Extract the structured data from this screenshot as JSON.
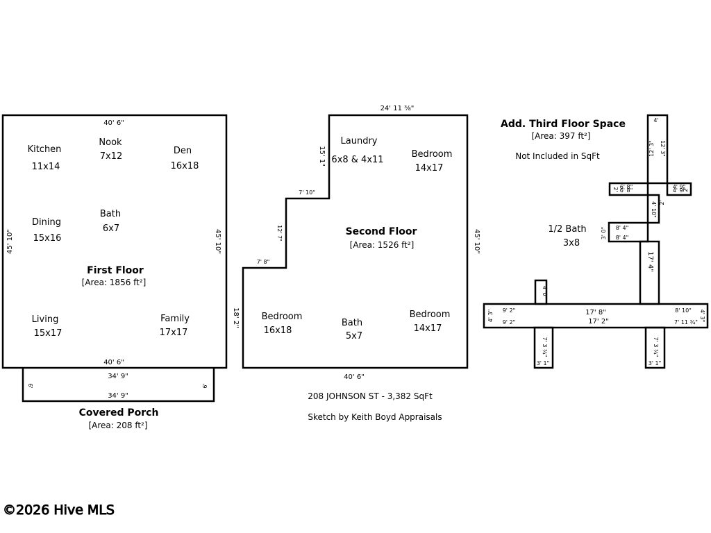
{
  "first_floor": {
    "title": "First Floor",
    "area": "[Area: 1856 ft²]",
    "dim_top": "40' 6\"",
    "dim_bottom": "40' 6\"",
    "dim_left": "45' 10\"",
    "dim_right": "45' 10\"",
    "rooms": [
      {
        "name": "Kitchen",
        "size": "11x14"
      },
      {
        "name": "Nook",
        "size": "7x12"
      },
      {
        "name": "Den",
        "size": "16x18"
      },
      {
        "name": "Dining",
        "size": "15x16"
      },
      {
        "name": "Bath",
        "size": "6x7"
      },
      {
        "name": "Living",
        "size": "15x17"
      },
      {
        "name": "Family",
        "size": "17x17"
      }
    ]
  },
  "porch": {
    "title": "Covered Porch",
    "area": "[Area: 208 ft²]",
    "dim_top": "34' 9\"",
    "dim_bottom": "34' 9\"",
    "dim_left": "6'",
    "dim_right": "6'"
  },
  "second_floor": {
    "title": "Second Floor",
    "area": "[Area: 1526 ft²]",
    "dim_top": "24' 11 ⅜\"",
    "dim_bottom": "40' 6\"",
    "dim_right": "45' 10\"",
    "dim_step_upper_v": "15' 1\"",
    "dim_step_upper_h": "7' 10\"",
    "dim_step_mid_v": "12' 7\"",
    "dim_step_lower_h": "7' 8\"",
    "dim_step_lower_v": "18' 2\"",
    "rooms": [
      {
        "name": "Laundry",
        "size": "6x8 & 4x11"
      },
      {
        "name": "Bedroom",
        "size": "14x17"
      },
      {
        "name": "Bedroom",
        "size": "16x18"
      },
      {
        "name": "Bath",
        "size": "5x7"
      },
      {
        "name": "Bedroom",
        "size": "14x17"
      }
    ]
  },
  "third_floor": {
    "title": "Add. Third Floor Space",
    "area": "[Area: 397 ft²]",
    "note": "Not Included in SqFt",
    "half_bath_name": "1/2 Bath",
    "half_bath_size": "3x8",
    "dims": {
      "top_cap": "4'",
      "upper_stem_left": "12' 3\"",
      "upper_stem_right": "12' 3\"",
      "left_arm_top": "6' 8\"",
      "left_arm_bottom": "6' 8\"",
      "left_arm_end": "2'",
      "right_arm_top": "4' 9\"",
      "right_arm_bottom": "4' 9\"",
      "right_arm_end": "2'",
      "mid_stem_upper": "4' 10\"",
      "mid_stem_right": "2'",
      "bath_top": "8' 4\"",
      "bath_bottom": "8' 4\"",
      "bath_left": "3' 0\"",
      "mid_stem_long": "17' 4\"",
      "bar_top_left": "9' 2\"",
      "bar_bottom_left": "9' 2\"",
      "bar_top_mid": "17' 8\"",
      "bar_bottom_mid": "17' 2\"",
      "bar_top_right": "8' 10\"",
      "bar_bottom_right": "7' 11 ¾\"",
      "bar_left_end": "4' 3\"",
      "bar_right_end": "4' 3\"",
      "small_up": "4' 0\"",
      "down_left": "7' 3 ¾\"",
      "down_left_bottom": "3' 1\"",
      "down_right": "7' 3 ¾\"",
      "down_right_bottom": "3' 1\""
    }
  },
  "footer": {
    "address": "208 JOHNSON ST - 3,382 SqFt",
    "credit": "Sketch by Keith Boyd Appraisals"
  },
  "watermark": "©2026 Hive MLS"
}
